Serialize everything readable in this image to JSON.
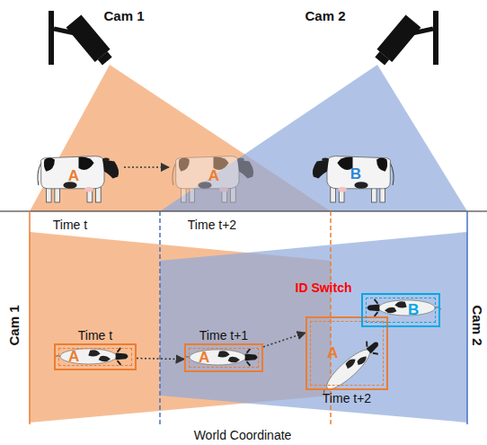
{
  "diagram": {
    "nodes": [
      {
        "text": [
          "Time t",
          "A"
        ]
      },
      {
        "text": [
          "Time t+1",
          "A"
        ]
      },
      {
        "text": [
          "A",
          "Time t+2"
        ]
      },
      {
        "text": [
          "B"
        ]
      }
    ],
    "edges": [
      {
        "from": 0,
        "to": 1,
        "arrow": "to"
      },
      {
        "from": 1,
        "to": 2,
        "arrow": "to"
      }
    ],
    "labels": [
      "Cam 1",
      "Cam 2",
      "A",
      "A",
      "B",
      "Time t",
      "Time t+2",
      "ID Switch",
      "Cam 1",
      "Cam 2",
      "World Coordinate"
    ]
  }
}
